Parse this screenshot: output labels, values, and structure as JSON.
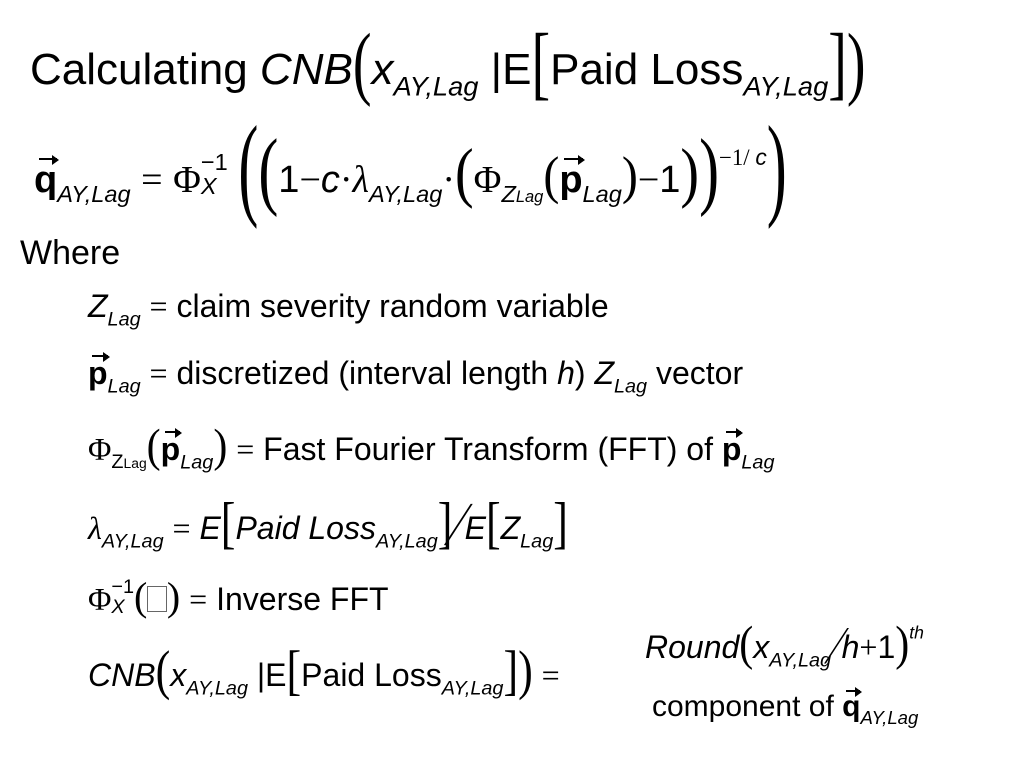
{
  "title": {
    "word": "Calculating",
    "cnb": "CNB",
    "x": "x",
    "sub": "AY,Lag",
    "bar": "|",
    "e": "E",
    "paid_loss": "Paid Loss"
  },
  "formula": {
    "q": "q",
    "sub_ay_lag": "AY,Lag",
    "eq": "=",
    "phi": "Φ",
    "inv_sup": "−1",
    "inv_sub": "X",
    "one": "1",
    "minus": "−",
    "c": "c",
    "dot": "·",
    "lambda": "λ",
    "z_sub": "Z",
    "lag": "Lag",
    "p": "p",
    "exp": "−1/ c"
  },
  "where": "Where",
  "defs": {
    "d1_text": "claim severity random variable",
    "d2_text_a": "discretized (interval length ",
    "d2_h": "h",
    "d2_text_b": ") ",
    "d2_text_c": " vector",
    "d3_text": "Fast Fourier Transform (FFT) of ",
    "d4_e": "E",
    "d4_paid_loss": "Paid Loss",
    "d5_text": "Inverse FFT",
    "d6_round": "Round",
    "d6_h": "h",
    "d6_plus": "+",
    "d6_one": "1",
    "d6_th": "th",
    "d6_component": "component of "
  }
}
